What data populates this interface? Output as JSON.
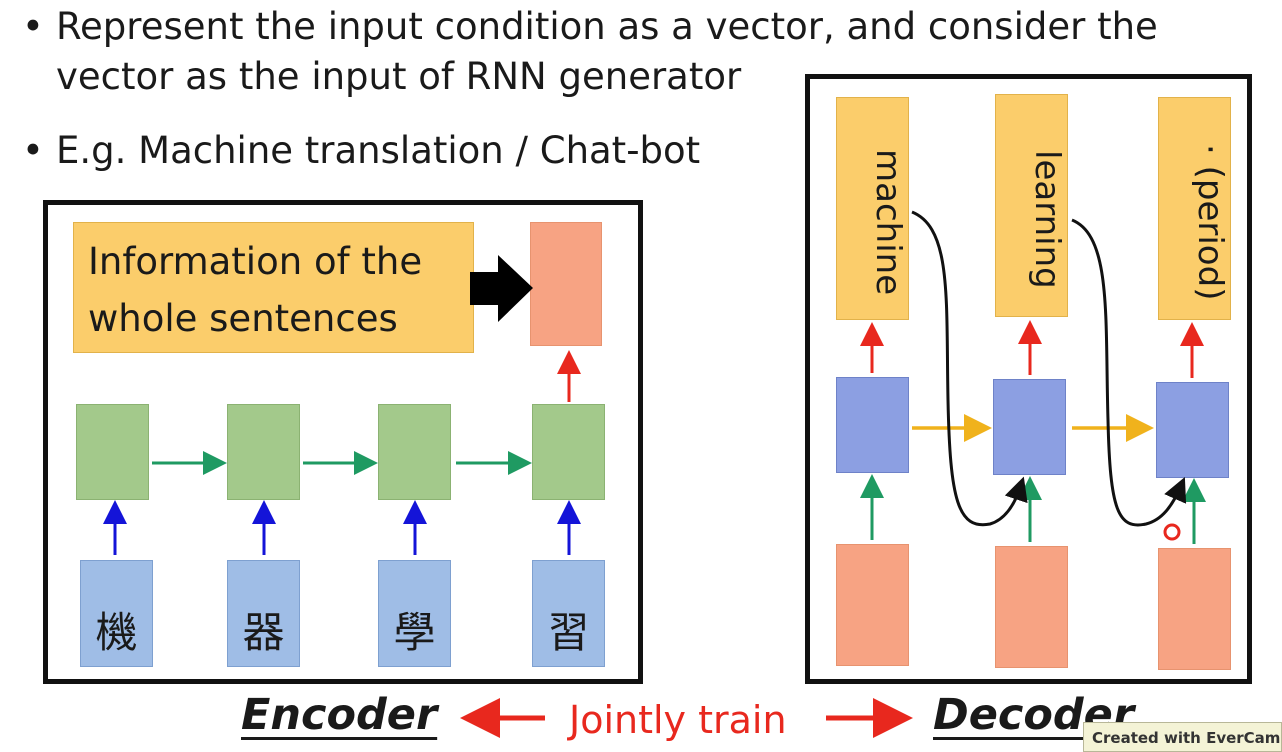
{
  "bullets": [
    {
      "dot": "•",
      "line1": "Represent the input condition as a vector, and consider the",
      "line2": "vector as the input of RNN generator"
    },
    {
      "dot": "•",
      "line1": "E.g. Machine translation / Chat-bot"
    }
  ],
  "encoder": {
    "info_line1": "Information of the",
    "info_line2": "whole sentences",
    "inputs": [
      "機",
      "器",
      "學",
      "習"
    ],
    "label": "Encoder"
  },
  "decoder": {
    "outputs": [
      "machine",
      "learning",
      "· (period)"
    ],
    "label": "Decoder"
  },
  "jointly": "Jointly train",
  "watermark": "Created with EverCam",
  "colors": {
    "yellow": "#fbcd6b",
    "salmon": "#f7a383",
    "green": "#a3c98b",
    "blue": "#9fbde6",
    "purple": "#8c9fe2",
    "red": "#e8281e",
    "arrow_green": "#1f9a62",
    "arrow_blue": "#1414d8",
    "arrow_gold": "#f0b21c"
  }
}
